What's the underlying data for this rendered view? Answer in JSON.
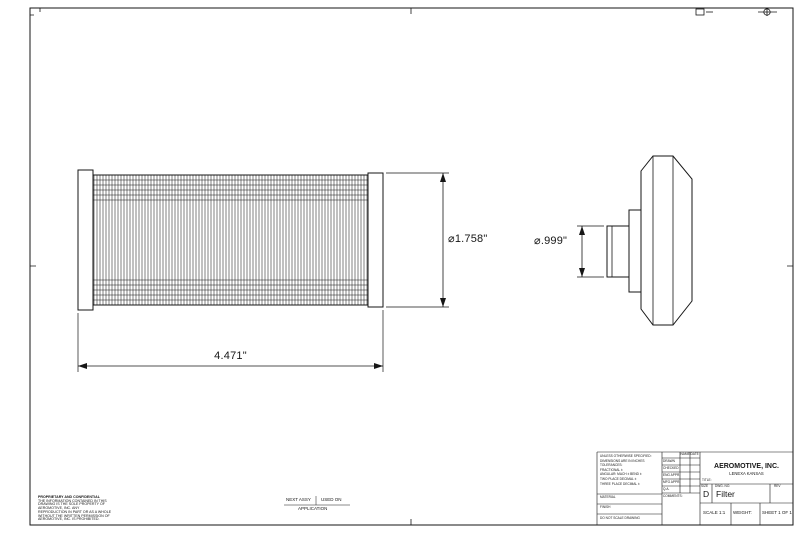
{
  "colors": {
    "ink": "#161616",
    "stripe": "#4a4a4a",
    "bg": "#ffffff"
  },
  "dimensions": {
    "length": "4.471\"",
    "outer_diameter": "⌀1.758\"",
    "port_diameter": "⌀.999\""
  },
  "title_block": {
    "company": "AEROMOTIVE, INC.",
    "city": "LENEXA KANSAS",
    "title_label": "TITLE:",
    "size_label": "SIZE",
    "size": "D",
    "dwg_no_label": "DWG. NO.",
    "drawing_title": "Filter",
    "rev_label": "REV",
    "scale": "SCALE 1:1",
    "weight_label": "WEIGHT:",
    "sheet": "SHEET 1 OF 1",
    "name_header": "NAME",
    "date_header": "DATE",
    "approval_rows": [
      "DRAWN",
      "CHECKED",
      "ENG APPR.",
      "MFG APPR.",
      "Q.A.",
      "COMMENTS:"
    ],
    "spec_lines": [
      "UNLESS OTHERWISE SPECIFIED:",
      "DIMENSIONS ARE IN INCHES",
      "TOLERANCES:",
      "FRACTIONAL ±",
      "ANGULAR: MACH ±  BEND ±",
      "TWO PLACE DECIMAL    ±",
      "THREE PLACE DECIMAL  ±"
    ],
    "material_label": "MATERIAL",
    "finish_label": "FINISH",
    "do_not_scale": "DO NOT SCALE DRAWING"
  },
  "application_block": {
    "next_assy": "NEXT ASSY",
    "used_on": "USED ON",
    "application": "APPLICATION"
  },
  "proprietary_note": [
    "PROPRIETARY AND CONFIDENTIAL",
    "THE INFORMATION CONTAINED IN THIS",
    "DRAWING IS THE SOLE PROPERTY OF",
    "AEROMOTIVE, INC.  ANY",
    "REPRODUCTION IN PART OR AS A WHOLE",
    "WITHOUT THE WRITTEN PERMISSION OF",
    "AEROMOTIVE, INC. IS PROHIBITED."
  ]
}
